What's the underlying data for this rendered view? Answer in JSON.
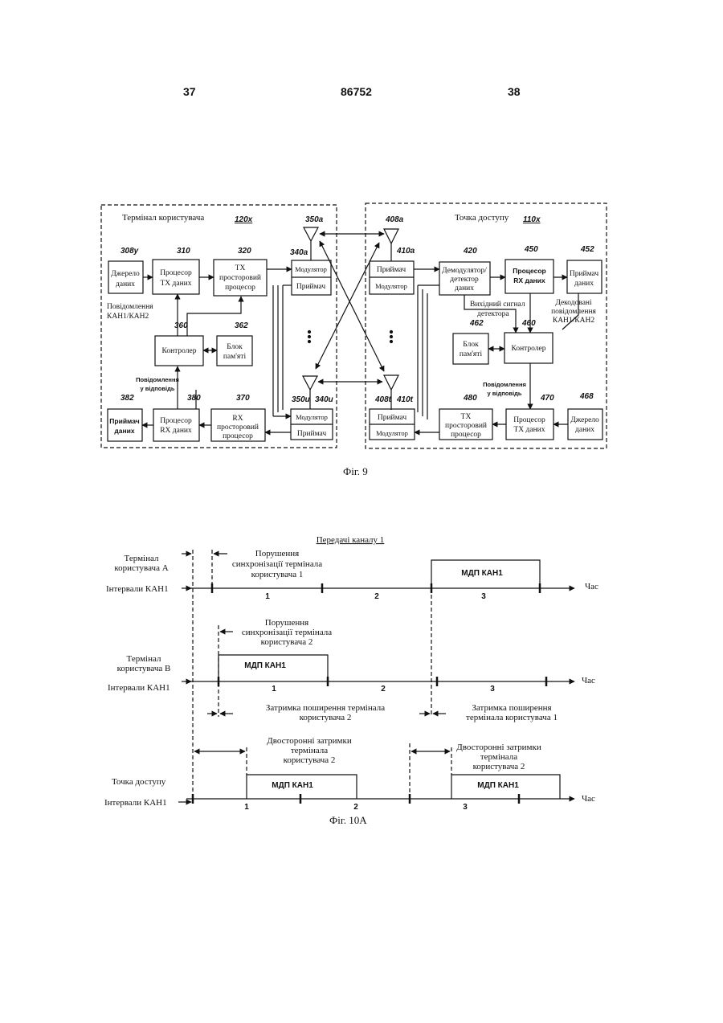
{
  "header": {
    "left_page": "37",
    "patent_number": "86752",
    "right_page": "38"
  },
  "fig9": {
    "caption": "Фіг. 9",
    "terminal": {
      "title": "Термінал користувача",
      "ref": "120x",
      "blocks": {
        "data_source": {
          "ref": "308y",
          "lines": [
            "Джерело",
            "даних"
          ]
        },
        "tx_data_proc": {
          "ref": "310",
          "lines": [
            "Процесор",
            "ТХ даних"
          ]
        },
        "tx_spatial": {
          "ref": "320",
          "lines": [
            "ТХ",
            "просторовий",
            "процесор"
          ]
        },
        "controller": {
          "ref": "360",
          "lines": [
            "Контролер"
          ]
        },
        "memory": {
          "ref": "362",
          "lines": [
            "Блок",
            "пам'яті"
          ]
        },
        "data_receiver": {
          "ref": "382",
          "lines": [
            "Приймач",
            "даних"
          ]
        },
        "rx_data_proc": {
          "ref": "380",
          "lines": [
            "Процесор",
            "RX даних"
          ]
        },
        "rx_spatial": {
          "ref": "370",
          "lines": [
            "RX",
            "просторовий",
            "процесор"
          ]
        },
        "modulator_label": "Модулятор",
        "receiver_label": "Приймач"
      },
      "ant_refs": {
        "top_antenna": "350a",
        "top_unit": "340a",
        "bottom_antenna": "350u",
        "bottom_unit": "340u"
      },
      "messages_label": [
        "Повідомлення",
        "КАН1/КАН2"
      ],
      "reply_label": [
        "Повідомлення",
        "у відповідь"
      ]
    },
    "access_point": {
      "title": "Точка доступу",
      "ref": "110x",
      "blocks": {
        "demod": {
          "ref": "420",
          "lines": [
            "Демодулятор/",
            "детектор",
            "даних"
          ]
        },
        "rx_data_proc": {
          "ref": "450",
          "lines": [
            "Процесор",
            "RX даних"
          ]
        },
        "data_receiver": {
          "ref": "452",
          "lines": [
            "Приймач",
            "даних"
          ]
        },
        "controller": {
          "ref": "460",
          "lines": [
            "Контролер"
          ]
        },
        "memory": {
          "ref": "462",
          "lines": [
            "Блок",
            "пам'яті"
          ]
        },
        "tx_spatial": {
          "ref": "480",
          "lines": [
            "ТХ",
            "просторовий",
            "процесор"
          ]
        },
        "tx_data_proc": {
          "ref": "470",
          "lines": [
            "Процесор",
            "ТХ даних"
          ]
        },
        "data_source": {
          "ref": "468",
          "lines": [
            "Джерело",
            "даних"
          ]
        },
        "modulator_label": "Модулятор",
        "receiver_label": "Приймач"
      },
      "ant_refs": {
        "top_antenna": "408a",
        "top_unit": "410a",
        "bottom_antenna": "408t",
        "bottom_unit": "410t"
      },
      "detector_output": [
        "Вихідний сигнал",
        "детектора"
      ],
      "decoded_messages": [
        "Декодовані",
        "повідомлення",
        "КАН1/КАН2"
      ],
      "reply_label": [
        "Повідомлення",
        "у відповідь"
      ]
    }
  },
  "fig10a": {
    "caption": "Фіг. 10А",
    "channel_title": "Передачі каналу 1",
    "time_label": "Час",
    "intervals_label": "Інтервали КАН1",
    "burst_label": "МДП КАН1",
    "interval_numbers": [
      "1",
      "2",
      "3"
    ],
    "row_a": {
      "label": [
        "Термінал",
        "користувача А"
      ],
      "annotation": [
        "Порушення",
        "синхронізації термінала",
        "користувача 1"
      ]
    },
    "row_b": {
      "label": [
        "Термінал",
        "користувача В"
      ],
      "annotation": [
        "Порушення",
        "синхронізації термінала",
        "користувача 2"
      ]
    },
    "prop_delay_2": [
      "Затримка поширення термінала",
      "користувача 2"
    ],
    "prop_delay_1": [
      "Затримка поширення",
      "термінала користувача 1"
    ],
    "round_trip_2": [
      "Двосторонні затримки",
      "термінала",
      "користувача 2"
    ],
    "round_trip_2b": [
      "Двосторонні затримки",
      "термінала",
      "користувача 2"
    ],
    "row_ap": {
      "label": "Точка доступу"
    }
  }
}
